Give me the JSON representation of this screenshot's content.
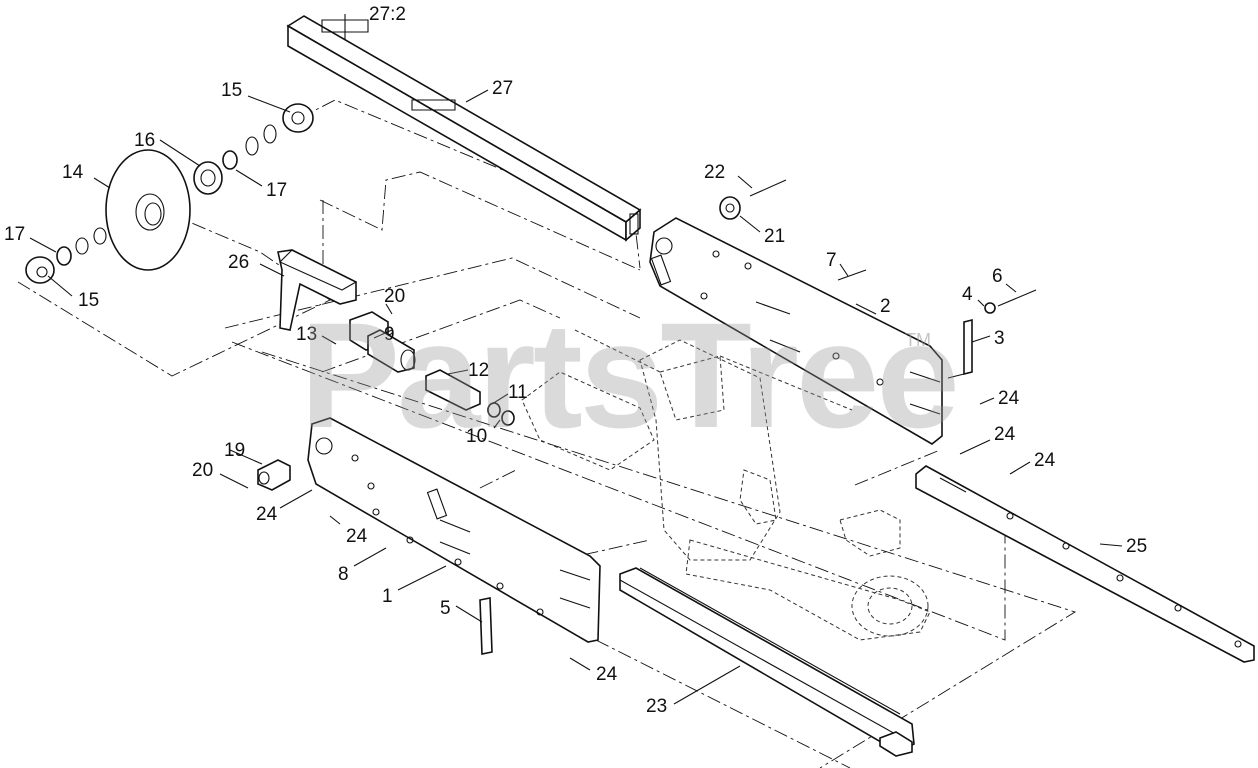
{
  "diagram": {
    "watermark": "PartsTree",
    "watermark_tm": "TM",
    "callouts": [
      {
        "id": "c27-2",
        "text": "27:2"
      },
      {
        "id": "c27",
        "text": "27"
      },
      {
        "id": "c15a",
        "text": "15"
      },
      {
        "id": "c16",
        "text": "16"
      },
      {
        "id": "c14",
        "text": "14"
      },
      {
        "id": "c17a",
        "text": "17"
      },
      {
        "id": "c17b",
        "text": "17"
      },
      {
        "id": "c15b",
        "text": "15"
      },
      {
        "id": "c26",
        "text": "26"
      },
      {
        "id": "c20a",
        "text": "20"
      },
      {
        "id": "c9",
        "text": "9"
      },
      {
        "id": "c13",
        "text": "13"
      },
      {
        "id": "c12",
        "text": "12"
      },
      {
        "id": "c11",
        "text": "11"
      },
      {
        "id": "c10",
        "text": "10"
      },
      {
        "id": "c22",
        "text": "22"
      },
      {
        "id": "c21",
        "text": "21"
      },
      {
        "id": "c7",
        "text": "7"
      },
      {
        "id": "c6",
        "text": "6"
      },
      {
        "id": "c4",
        "text": "4"
      },
      {
        "id": "c2",
        "text": "2"
      },
      {
        "id": "c3",
        "text": "3"
      },
      {
        "id": "c24a",
        "text": "24"
      },
      {
        "id": "c24b",
        "text": "24"
      },
      {
        "id": "c24c",
        "text": "24"
      },
      {
        "id": "c25",
        "text": "25"
      },
      {
        "id": "c19",
        "text": "19"
      },
      {
        "id": "c20b",
        "text": "20"
      },
      {
        "id": "c24d",
        "text": "24"
      },
      {
        "id": "c24e",
        "text": "24"
      },
      {
        "id": "c8",
        "text": "8"
      },
      {
        "id": "c1",
        "text": "1"
      },
      {
        "id": "c5",
        "text": "5"
      },
      {
        "id": "c24f",
        "text": "24"
      },
      {
        "id": "c23",
        "text": "23"
      }
    ]
  }
}
